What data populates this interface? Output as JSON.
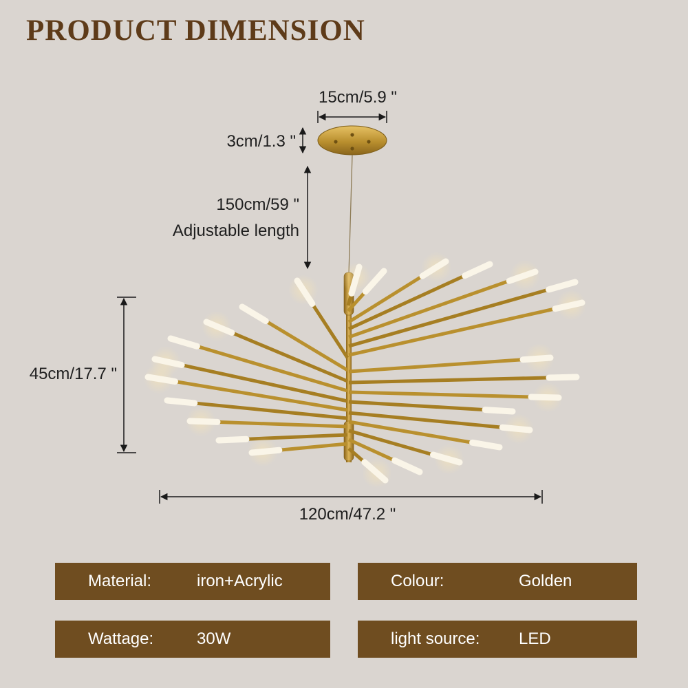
{
  "title": "PRODUCT DIMENSION",
  "dimensions": {
    "canopy_width": "15cm/5.9 \"",
    "canopy_height": "3cm/1.3 \"",
    "cable_length": "150cm/59 \"",
    "cable_note": "Adjustable length",
    "fixture_height": "45cm/17.7 \"",
    "fixture_width": "120cm/47.2 \""
  },
  "specs": [
    {
      "label": "Material:",
      "value": "iron+Acrylic"
    },
    {
      "label": "Colour:",
      "value": "Golden"
    },
    {
      "label": "Wattage:",
      "value": "30W"
    },
    {
      "label": "light source:",
      "value": "LED"
    }
  ],
  "colors": {
    "background": "#dad5d0",
    "title_brown": "#5e3b19",
    "spec_box_brown": "#6f4d20",
    "gold": "#b9902e",
    "led_white": "#faf5e8"
  }
}
